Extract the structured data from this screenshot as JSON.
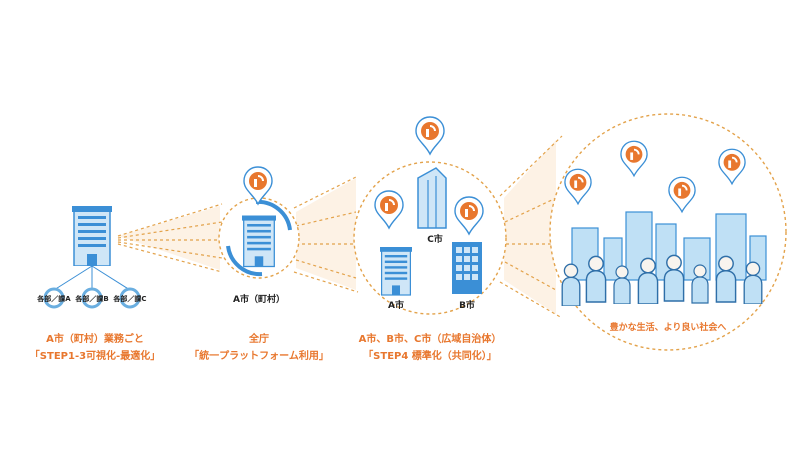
{
  "stages": [
    {
      "id": "stage1",
      "caption_line1": "A市（町村）業務ごと",
      "caption_line2": "「STEP1-3可視化-最適化」"
    },
    {
      "id": "stage2",
      "caption_line1": "全庁",
      "caption_line2": "「統一プラットフォーム利用」",
      "node_label": "A市（町村）"
    },
    {
      "id": "stage3",
      "caption_line1": "A市、B市、C市（広域自治体）",
      "caption_line2": "「STEP4 標準化（共同化）」"
    }
  ],
  "departments": [
    "各部／課A",
    "各部／課B",
    "各部／課C"
  ],
  "cities": {
    "a": "A市",
    "b": "B市",
    "c": "C市"
  },
  "society_caption": "豊かな生活、より良い社会へ",
  "colors": {
    "accent": "#e8772e",
    "dash": "#e3a24a",
    "band": "#fbe6cc",
    "building": "#3b8fd6",
    "building_light": "#cfe6f7",
    "ring": "#6aaee0"
  },
  "icons": [
    "building-icon",
    "dept-ring-icon",
    "sync-arrows-icon",
    "map-pin-logo-icon",
    "city-skyline-icon",
    "people-crowd-icon"
  ]
}
